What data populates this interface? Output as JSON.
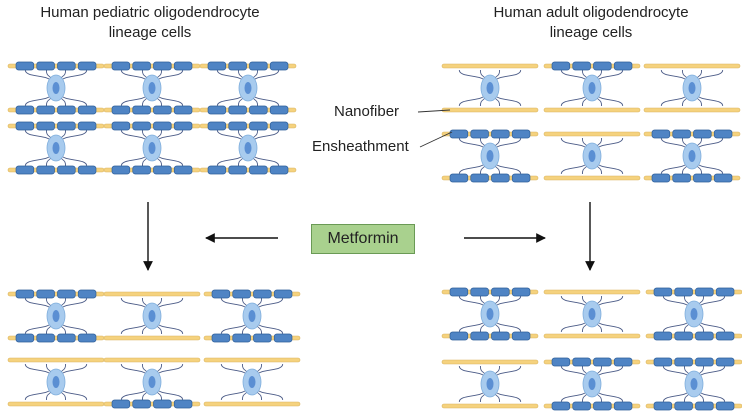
{
  "panels": {
    "left_title_line1": "Human pediatric oligodendrocyte",
    "left_title_line2": "lineage cells",
    "right_title_line1": "Human adult oligodendrocyte",
    "right_title_line2": "lineage cells"
  },
  "labels": {
    "nanofiber": "Nanofiber",
    "ensheathment": "Ensheathment",
    "treatment": "Metformin"
  },
  "colors": {
    "fiber": "#f5d27e",
    "fiber_edge": "#d9b460",
    "myelin": "#4f84c4",
    "myelin_edge": "#2f5f99",
    "cell_body": "#a8cbee",
    "nucleus": "#5b8fd3",
    "process": "#4a5a86",
    "treatment_box": "#a9d18e"
  }
}
